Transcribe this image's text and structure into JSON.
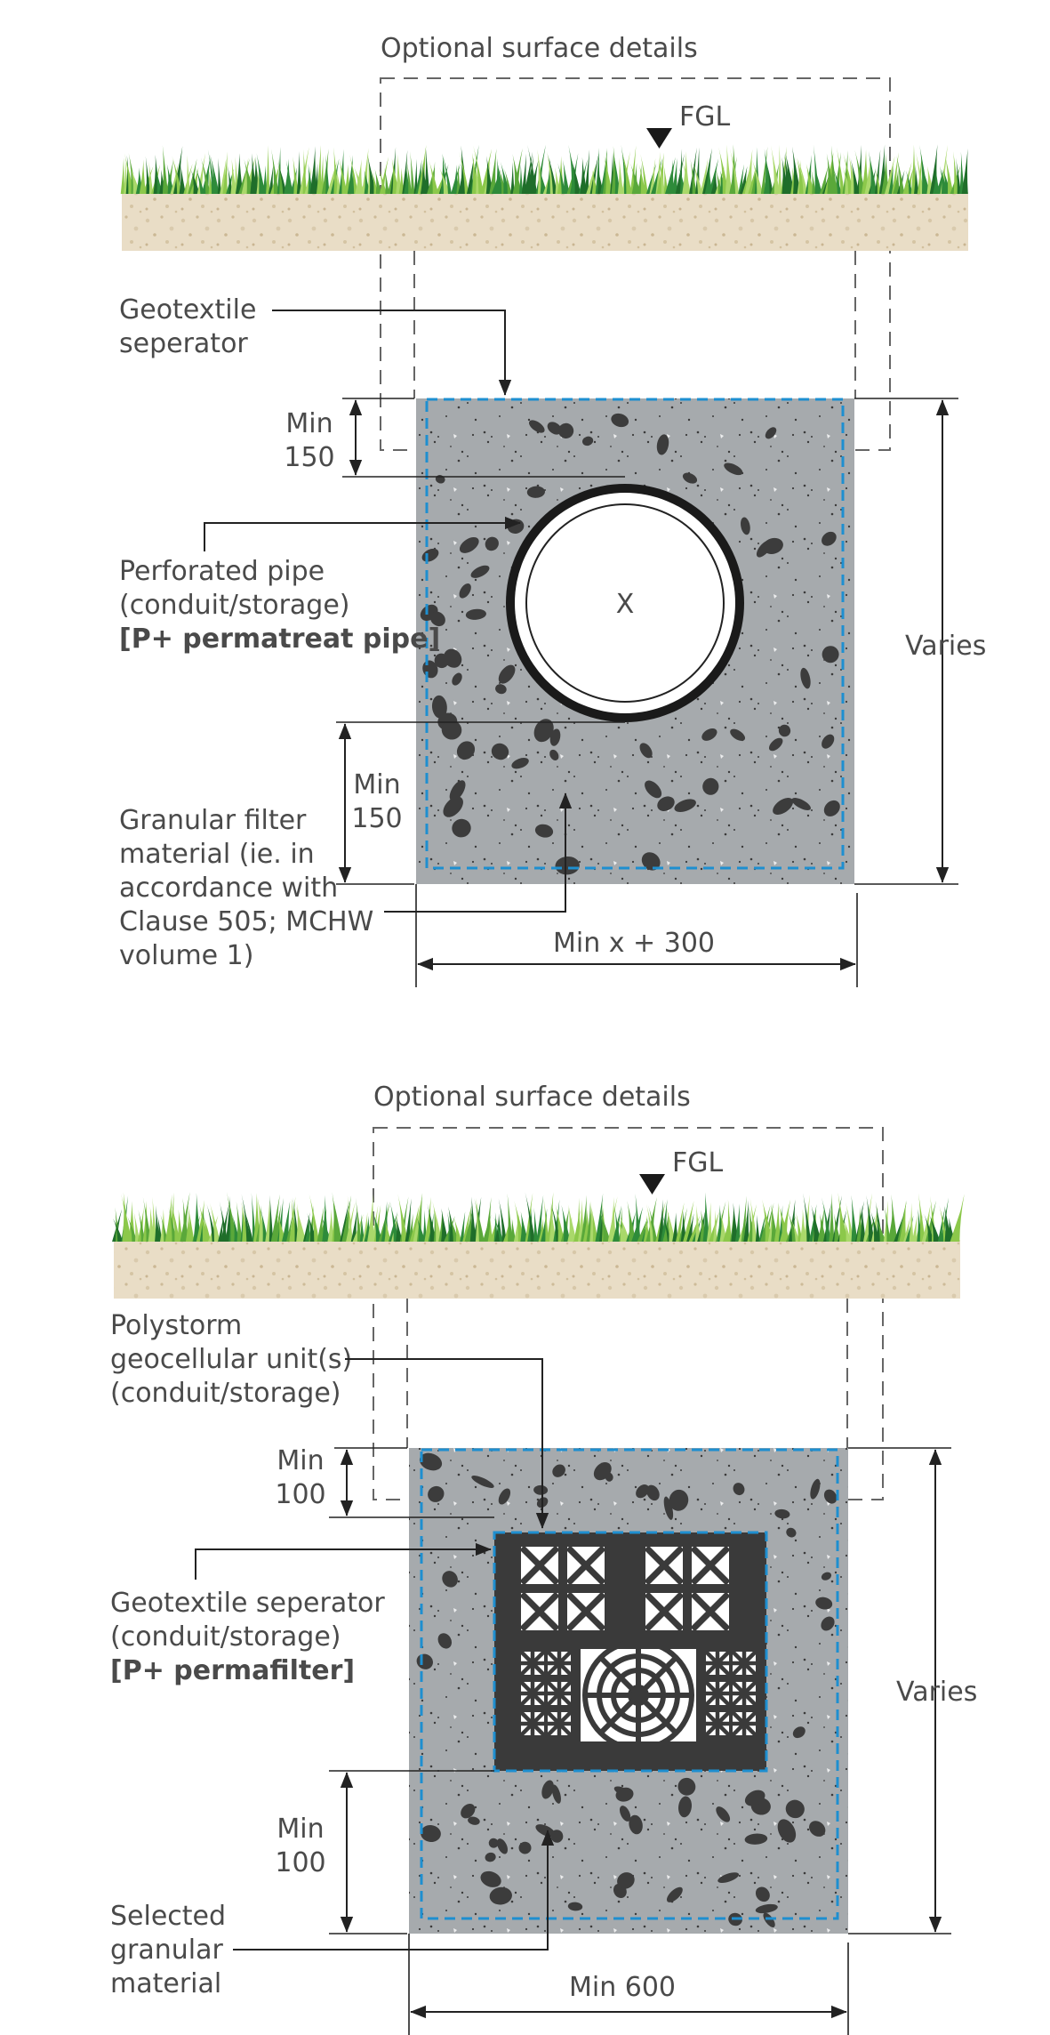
{
  "diagram1": {
    "surface_title": "Optional surface details",
    "fgl": "FGL",
    "geotextile_lines": [
      "Geotextile",
      "seperator"
    ],
    "pipe_lines": [
      "Perforated pipe",
      "(conduit/storage)"
    ],
    "pipe_product": "[P+ permatreat pipe]",
    "pipe_symbol": "X",
    "filter_lines": [
      "Granular filter",
      "material (ie. in",
      "accordance with",
      "Clause 505; MCHW",
      "volume 1)"
    ],
    "min_top": [
      "Min",
      "150"
    ],
    "min_bottom": [
      "Min",
      "150"
    ],
    "varies": "Varies",
    "width": "Min x + 300"
  },
  "diagram2": {
    "surface_title": "Optional surface details",
    "fgl": "FGL",
    "unit_lines": [
      "Polystorm",
      "geocellular unit(s)",
      "(conduit/storage)"
    ],
    "sep_lines": [
      "Geotextile seperator",
      "(conduit/storage)"
    ],
    "sep_product": "[P+ permafilter]",
    "material_lines": [
      "Selected",
      "granular",
      "material"
    ],
    "min_top": [
      "Min",
      "100"
    ],
    "min_bottom": [
      "Min",
      "100"
    ],
    "varies": "Varies",
    "width": "Min 600"
  },
  "colors": {
    "trench_fill": "#a6aaad",
    "geotextile_line": "#1e8fd0",
    "soil": "#e8dcc4",
    "grass_dark": "#2e8b3a",
    "grass_light": "#8cc84b",
    "aggregate": "#3c3c3c",
    "unit_fill": "#3a3a3a"
  }
}
